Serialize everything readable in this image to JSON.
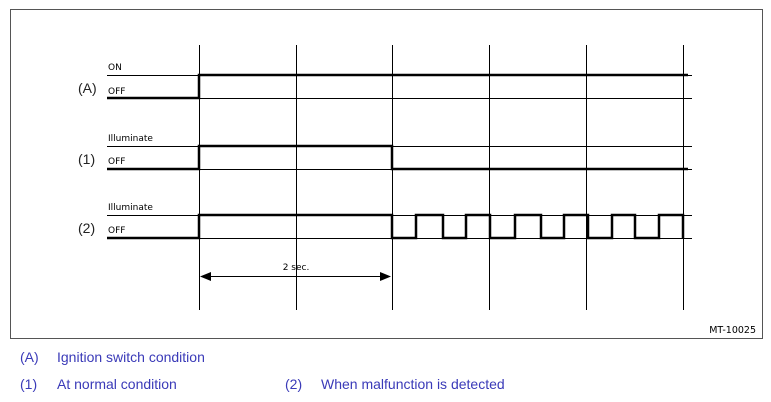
{
  "rows": [
    {
      "label": "(A)",
      "high_label": "ON",
      "low_label": "OFF"
    },
    {
      "label": "(1)",
      "high_label": "Illuminate",
      "low_label": "OFF"
    },
    {
      "label": "(2)",
      "high_label": "Illuminate",
      "low_label": "OFF"
    }
  ],
  "duration_label": "2 sec.",
  "figure_code": "MT-10025",
  "legend": [
    {
      "key": "(A)",
      "text": "Ignition switch condition"
    },
    {
      "key": "(1)",
      "text": "At normal condition"
    },
    {
      "key": "(2)",
      "text": "When malfunction is detected"
    }
  ],
  "colors": {
    "legend_text": "#3a3ab8",
    "lines": "#000000",
    "frame": "#555555"
  }
}
